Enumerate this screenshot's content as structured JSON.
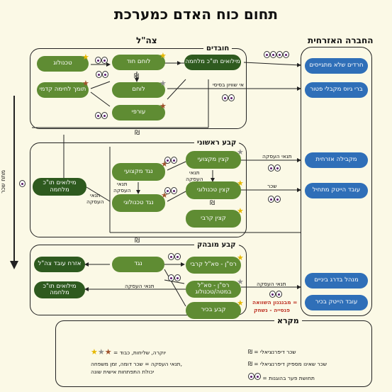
{
  "title": "תחום כוח האדם כמערכת",
  "sections": {
    "idf": "צה\"ל",
    "civil": "החברה האזרחית"
  },
  "boxes": {
    "conscripts": "חובדים",
    "career_first": "קבע ראשוני",
    "career_long": "קבע מובהק"
  },
  "nodes": {
    "reserve1": "מילואים תו\"כ מלחמה",
    "lohem_hod": "לוחם חוד",
    "tech1": "טכנולוג",
    "lohem": "לוחם",
    "tech_support": "תומך לחימה קדמי",
    "oref": "עורפי",
    "ktzin_miktzoi": "קצין מקצועי",
    "nagad_miktzoi": "נגד מקצועי",
    "reserve2": "מילואים תו\"כ מלחמה",
    "ktzin_tech": "קצין טכנולוגי",
    "nagad_tech": "נגד טכנולוגי",
    "ktzin_kravi": "קצין קרבי",
    "rasan_kravi": "רס\"ן - סא\"ל קרבי",
    "nagad": "נגד",
    "civ_worker": "אזרח עובד צה\"ל",
    "rasan_tech": "רס\"ן - סא\"ל במטה/טכנולוג",
    "reserve3": "מילואים תו\"כ מלחמה",
    "kva_bakir": "קבע בכיר"
  },
  "civil_nodes": {
    "haredim": "חרדים שלא מתגייסים",
    "exempt": "ברי גיוס מקבלי פטור",
    "parallel": "מקבילה אזרחית",
    "hitech_start": "עובד הייטק מתחיל",
    "mid_manager": "מנהל בדרג ביניים",
    "hitech_senior": "עובד הייטק בכיר"
  },
  "labels": {
    "inequality": "אי שוויון בסיסי",
    "conditions1": "תנאי העסקה",
    "salary": "שכר",
    "conditions2": "תנאי\nהעסקה",
    "conditions3": "תנאי\nהעסקה",
    "conditions4": "תנאי העסקה",
    "conditions5": "תנאי העסקה",
    "left_arrow": "מתח שכר",
    "planned_compare": "מבנגנון השוואה =",
    "pension_gap": "פנסייה - נשחק"
  },
  "legend": {
    "title": "מקרא",
    "shekel_diff": "= שכר דיפרנציאלי",
    "shekel_nondiff": "= שכר שאינו מספיק דיפרנציאלי",
    "eyes_meaning": "= תחושת פער בהוגנות",
    "stars_meaning": "= יוקרה, שליחות, כבוד",
    "conditions_meaning": "תנאי העסקה = שכר דומה, זמן משפחה,",
    "conditions_meaning2": "יכולת התפתחות אישית שונה"
  },
  "colors": {
    "light_green": "#5f8c33",
    "dark_green": "#2e5a1f",
    "blue": "#2f6fb8",
    "bg": "#fbf9e6"
  }
}
